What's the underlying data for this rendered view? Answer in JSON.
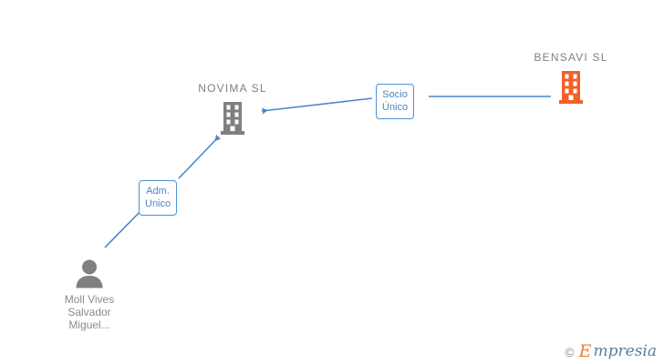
{
  "diagram": {
    "background": "#ffffff",
    "edge_color": "#4a86c8",
    "company_gray": "#7f7f7f",
    "company_orange": "#f4602a",
    "person_gray": "#808080",
    "label_gray": "#808080"
  },
  "nodes": {
    "novima": {
      "label": "NOVIMA  SL",
      "icon": "company-building-icon",
      "icon_color": "#7f7f7f"
    },
    "bensavi": {
      "label": "BENSAVI  SL",
      "icon": "company-building-icon",
      "icon_color": "#f4602a"
    },
    "person": {
      "icon": "person-avatar-icon",
      "icon_color": "#808080",
      "caption_line1": "Moll Vives",
      "caption_line2": "Salvador",
      "caption_line3": "Miguel..."
    }
  },
  "relations": {
    "socio_unico": {
      "line1": "Socio",
      "line2": "Único"
    },
    "adm_unico": {
      "line1": "Adm.",
      "line2": "Unico"
    }
  },
  "watermark": {
    "copyright": "©",
    "brand_initial": "E",
    "brand_rest": "mpresia"
  }
}
